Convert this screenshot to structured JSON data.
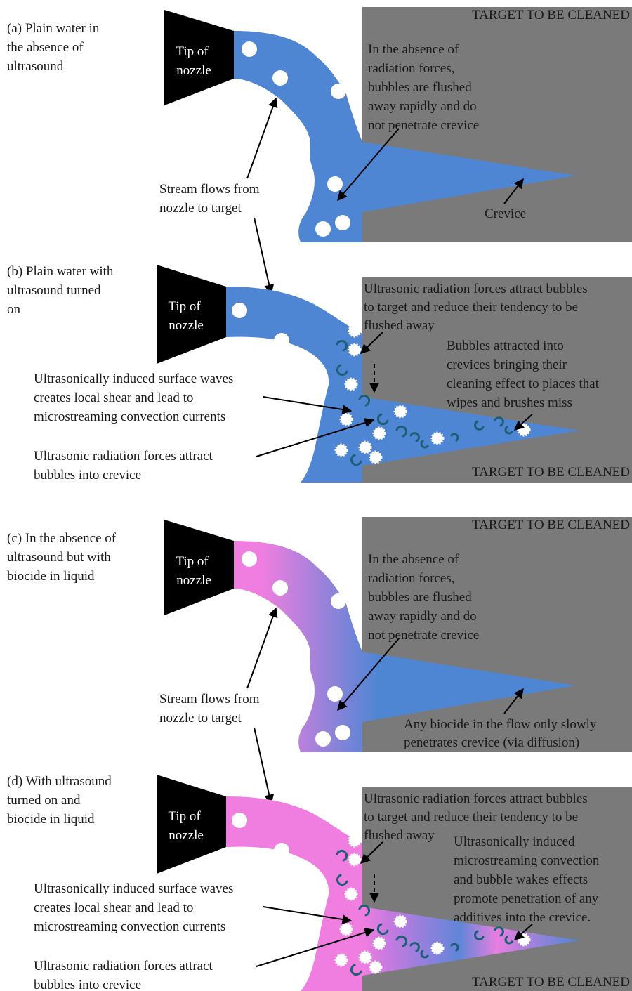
{
  "panels": {
    "a": {
      "caption": [
        "(a) Plain water in",
        "the absence of",
        "ultrasound"
      ],
      "nozzle": [
        "Tip of",
        "nozzle"
      ],
      "target": "TARGET TO BE CLEANED",
      "note": [
        "In the absence of",
        "radiation forces,",
        "bubbles are flushed",
        "away rapidly and do",
        "not penetrate crevice"
      ],
      "stream": [
        "Stream flows from",
        "nozzle to target"
      ],
      "crevice": "Crevice"
    },
    "b": {
      "caption": [
        "(b) Plain water with",
        "ultrasound turned",
        "on"
      ],
      "nozzle": [
        "Tip of",
        "nozzle"
      ],
      "target": "TARGET TO BE CLEANED",
      "note_top": [
        "Ultrasonic radiation forces attract bubbles",
        "to target and reduce their tendency to be",
        "flushed away"
      ],
      "note_right": [
        "Bubbles attracted into",
        "crevices bringing their",
        "cleaning effect to places that",
        "wipes and brushes miss"
      ],
      "waves": [
        "Ultrasonically induced surface waves",
        "creates local shear and lead to",
        "microstreaming convection currents"
      ],
      "forces": [
        "Ultrasonic radiation forces attract",
        "bubbles into crevice"
      ]
    },
    "c": {
      "caption": [
        "(c) In the absence of",
        "ultrasound but with",
        "biocide in liquid"
      ],
      "nozzle": [
        "Tip of",
        "nozzle"
      ],
      "target": "TARGET TO BE CLEANED",
      "note": [
        "In the absence of",
        "radiation forces,",
        "bubbles are flushed",
        "away rapidly and do",
        "not penetrate crevice"
      ],
      "stream": [
        "Stream flows from",
        "nozzle to target"
      ],
      "biocide": [
        "Any biocide in the flow only slowly",
        "penetrates crevice (via diffusion)"
      ]
    },
    "d": {
      "caption": [
        "(d) With ultrasound",
        "turned on and",
        "biocide in liquid"
      ],
      "nozzle": [
        "Tip of",
        "nozzle"
      ],
      "target": "TARGET TO BE CLEANED",
      "note_top": [
        "Ultrasonic radiation forces attract bubbles",
        "to target and reduce their tendency to be",
        "flushed away"
      ],
      "note_right": [
        "Ultrasonically induced",
        "microstreaming convection",
        "and bubble wakes effects",
        "promote penetration of any",
        "additives into  the crevice."
      ],
      "waves": [
        "Ultrasonically induced surface waves",
        "creates local shear and lead to",
        "microstreaming convection currents"
      ],
      "forces": [
        "Ultrasonic radiation forces attract",
        "bubbles into crevice"
      ]
    }
  },
  "colors": {
    "water": "#4f86d4",
    "biocide": "#f07ee0",
    "target": "#7a7a7a",
    "nozzle": "#000000",
    "vortex": "#1f5f75"
  }
}
